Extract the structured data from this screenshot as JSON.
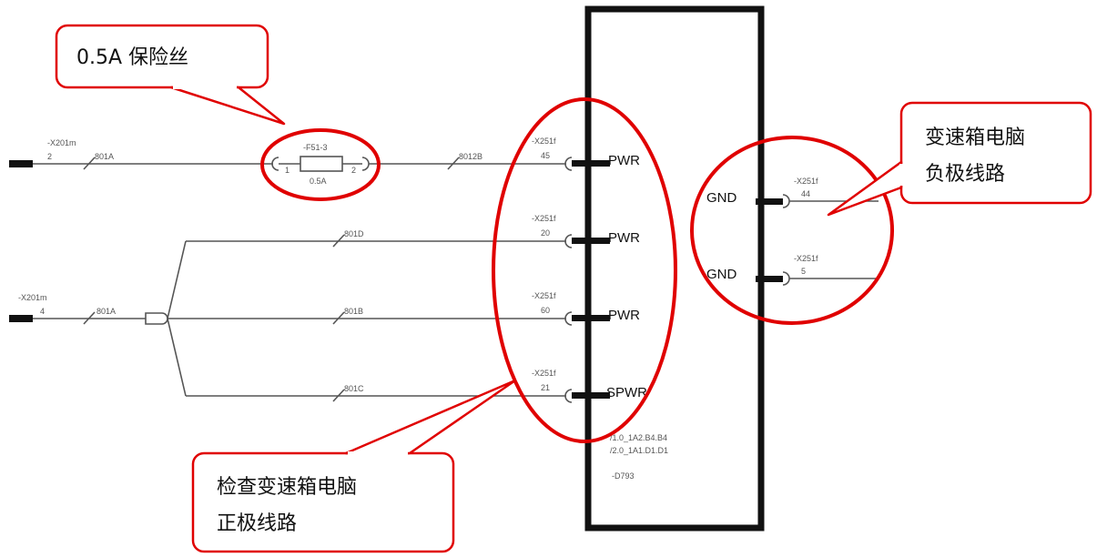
{
  "callouts": {
    "fuse": "0.5A 保险丝",
    "negative_line1": "变速箱电脑",
    "negative_line2": "负极线路",
    "positive_line1": "检查变速箱电脑",
    "positive_line2": "正极线路"
  },
  "connectors": {
    "left_top_ref": "-X201m",
    "left_top_pin": "2",
    "left_bottom_ref": "-X201m",
    "left_bottom_pin": "4",
    "ecu_ref": "-X251f"
  },
  "wires": {
    "w1": "801A",
    "w2": "8012B",
    "w3": "801D",
    "w4": "801A",
    "w5": "801B",
    "w6": "801C"
  },
  "fuse": {
    "ref": "-F51-3",
    "rating": "0.5A",
    "pin_left": "1",
    "pin_right": "2"
  },
  "pins": {
    "pwr1_num": "45",
    "pwr1_label": "PWR",
    "pwr2_num": "20",
    "pwr2_label": "PWR",
    "pwr3_num": "60",
    "pwr3_label": "PWR",
    "spwr_num": "21",
    "spwr_label": "SPWR",
    "gnd1_num": "44",
    "gnd1_label": "GND",
    "gnd2_num": "5",
    "gnd2_label": "GND"
  },
  "ecu": {
    "ref_line1": "/1.0_1A2.B4.B4",
    "ref_line2": "/2.0_1A1.D1.D1",
    "module": "-D793"
  }
}
